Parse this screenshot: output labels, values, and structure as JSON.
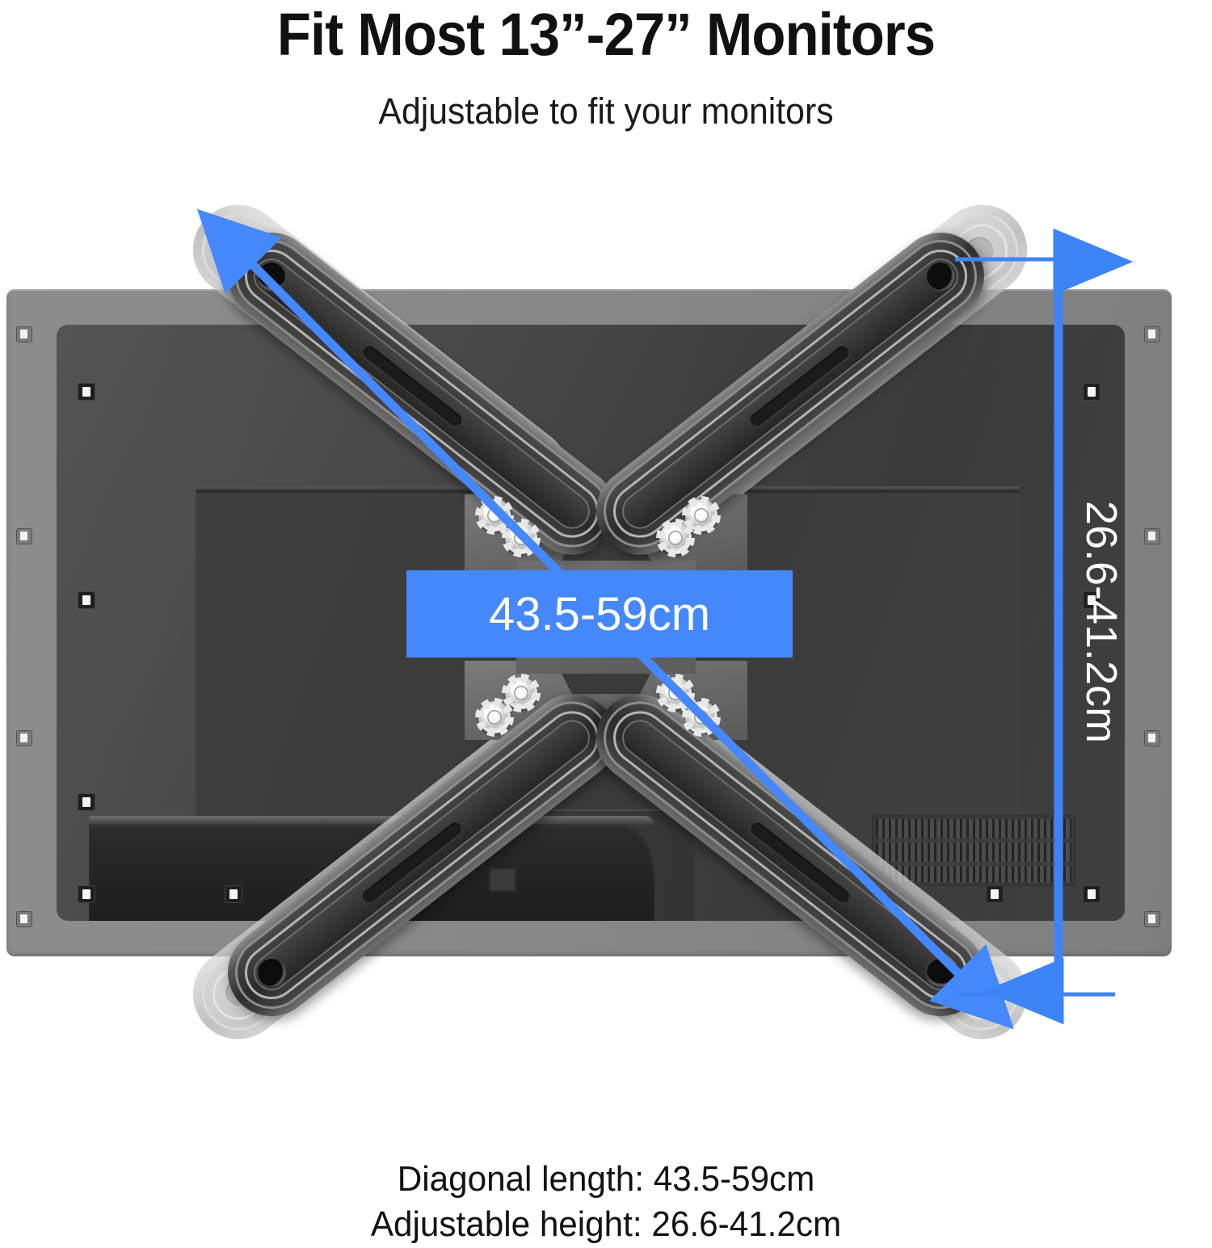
{
  "header": {
    "headline": "Fit Most 13”-27” Monitors",
    "subhead": "Adjustable to fit your monitors"
  },
  "illustration": {
    "diagonal_dimension_label": "43.5-59cm",
    "height_dimension_label": "26.6-41.2cm"
  },
  "footer": {
    "line1": "Diagonal length: 43.5-59cm",
    "line2": "Adjustable height: 26.6-41.2cm"
  },
  "colors": {
    "accent_blue": "#4588fb",
    "monitor_bezel_gray": "#898989",
    "monitor_panel_dark": "#444444",
    "text_black": "#111111",
    "label_text_white": "#ffffff"
  },
  "spec": {
    "diagonal_min_cm": 43.5,
    "diagonal_max_cm": 59,
    "height_min_cm": 26.6,
    "height_max_cm": 41.2,
    "monitor_size_min_in": 13,
    "monitor_size_max_in": 27
  }
}
